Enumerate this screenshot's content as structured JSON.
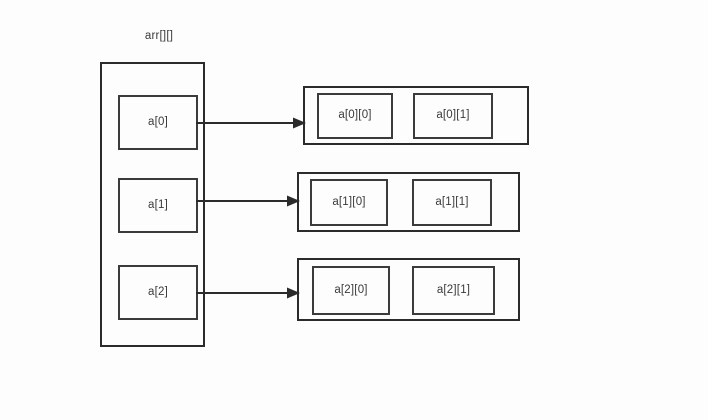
{
  "diagram": {
    "title": "arr[][]",
    "left_array": {
      "name": "arr-pointer-array",
      "cells": [
        {
          "label": "a[0]"
        },
        {
          "label": "a[1]"
        },
        {
          "label": "a[2]"
        }
      ]
    },
    "rows": [
      {
        "name": "row-0",
        "cells": [
          {
            "label": "a[0][0]"
          },
          {
            "label": "a[0][1]"
          }
        ]
      },
      {
        "name": "row-1",
        "cells": [
          {
            "label": "a[1][0]"
          },
          {
            "label": "a[1][1]"
          }
        ]
      },
      {
        "name": "row-2",
        "cells": [
          {
            "label": "a[2][0]"
          },
          {
            "label": "a[2][1]"
          }
        ]
      }
    ],
    "arrows": [
      {
        "name": "arrow-a0-to-row0",
        "from": "a[0]",
        "to": "a[0][0]"
      },
      {
        "name": "arrow-a1-to-row1",
        "from": "a[1]",
        "to": "a[1][0]"
      },
      {
        "name": "arrow-a2-to-row2",
        "from": "a[2]",
        "to": "a[2][0]"
      }
    ],
    "colors": {
      "background": "#fdfdfd",
      "stroke": "#2b2b2b",
      "cell_stroke": "#3b3b3b",
      "text": "#3a3a3a"
    }
  }
}
